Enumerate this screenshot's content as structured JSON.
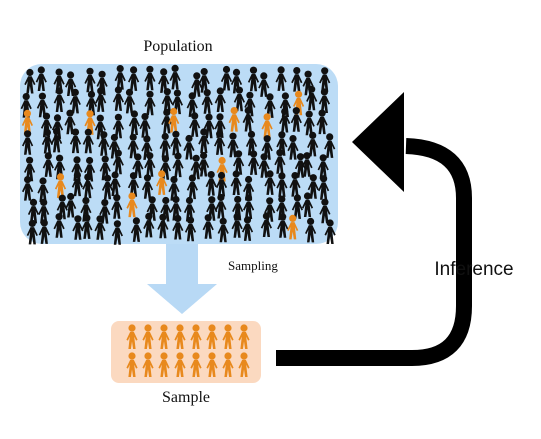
{
  "labels": {
    "population": "Population",
    "sampling": "Sampling",
    "sample": "Sample",
    "inference": "Inference"
  },
  "colors": {
    "population_box": "#bcdcf6",
    "sampling_arrow": "#b8d9f5",
    "sample_box": "#fbd9c0",
    "person_dark": "#111111",
    "person_highlight": "#e8891d",
    "inference_arrow": "#000000"
  },
  "icons": {
    "population_people": "person-icon",
    "sample_people": "person-icon"
  }
}
